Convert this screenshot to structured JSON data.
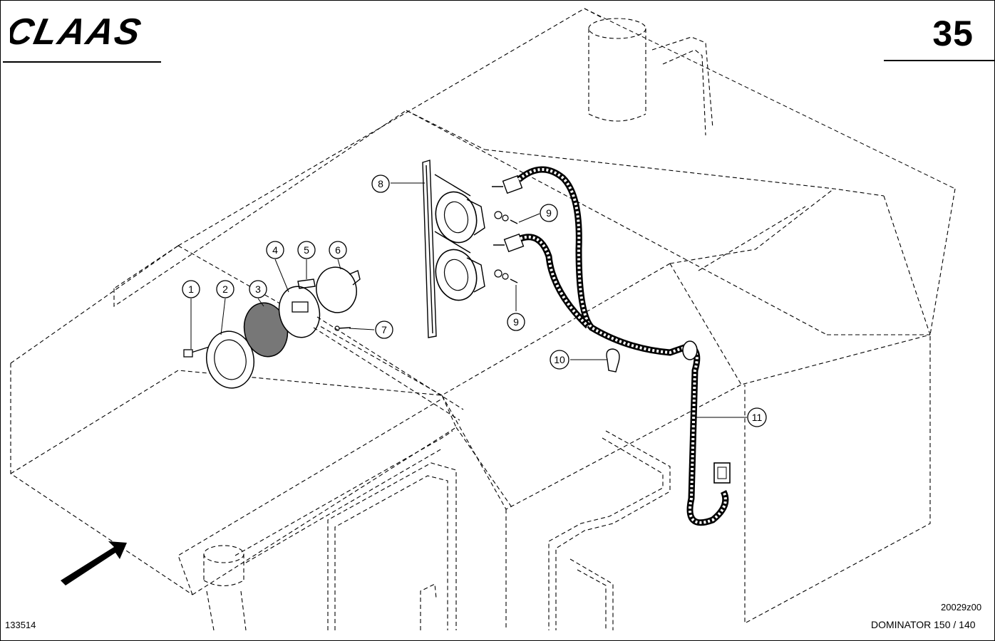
{
  "header": {
    "brand": "CLAAS",
    "page_number": "35"
  },
  "footer": {
    "sheet_number": "133514",
    "drawing_code": "20029z00",
    "model": "DOMINATOR 150 / 140"
  },
  "callouts": [
    "1",
    "2",
    "3",
    "4",
    "5",
    "6",
    "7",
    "8",
    "9",
    "9",
    "10",
    "11"
  ],
  "colors": {
    "ink": "#000000",
    "paper": "#ffffff",
    "hatch": "#555555"
  }
}
